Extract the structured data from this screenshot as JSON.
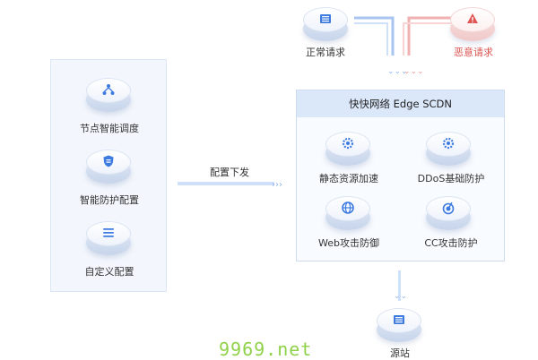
{
  "top": {
    "normal_request": "正常请求",
    "malicious_request": "恶意请求"
  },
  "left_panel": {
    "items": [
      {
        "label": "节点智能调度",
        "icon": "node-scheduling-icon"
      },
      {
        "label": "智能防护配置",
        "icon": "shield-icon"
      },
      {
        "label": "自定义配置",
        "icon": "list-config-icon"
      }
    ]
  },
  "arrow": {
    "label": "配置下发"
  },
  "right_panel": {
    "title": "快快网络 Edge SCDN",
    "items": [
      {
        "label": "静态资源加速",
        "icon": "gear-icon"
      },
      {
        "label": "DDoS基础防护",
        "icon": "gear-icon"
      },
      {
        "label": "Web攻击防御",
        "icon": "globe-icon"
      },
      {
        "label": "CC攻击防护",
        "icon": "target-icon"
      }
    ]
  },
  "origin": {
    "label": "源站"
  },
  "watermark": "9969.net",
  "colors": {
    "normal": "#6f9be0",
    "malicious": "#e47c7c",
    "accent": "#2f6fd6",
    "watermark": "#8fd24a"
  }
}
